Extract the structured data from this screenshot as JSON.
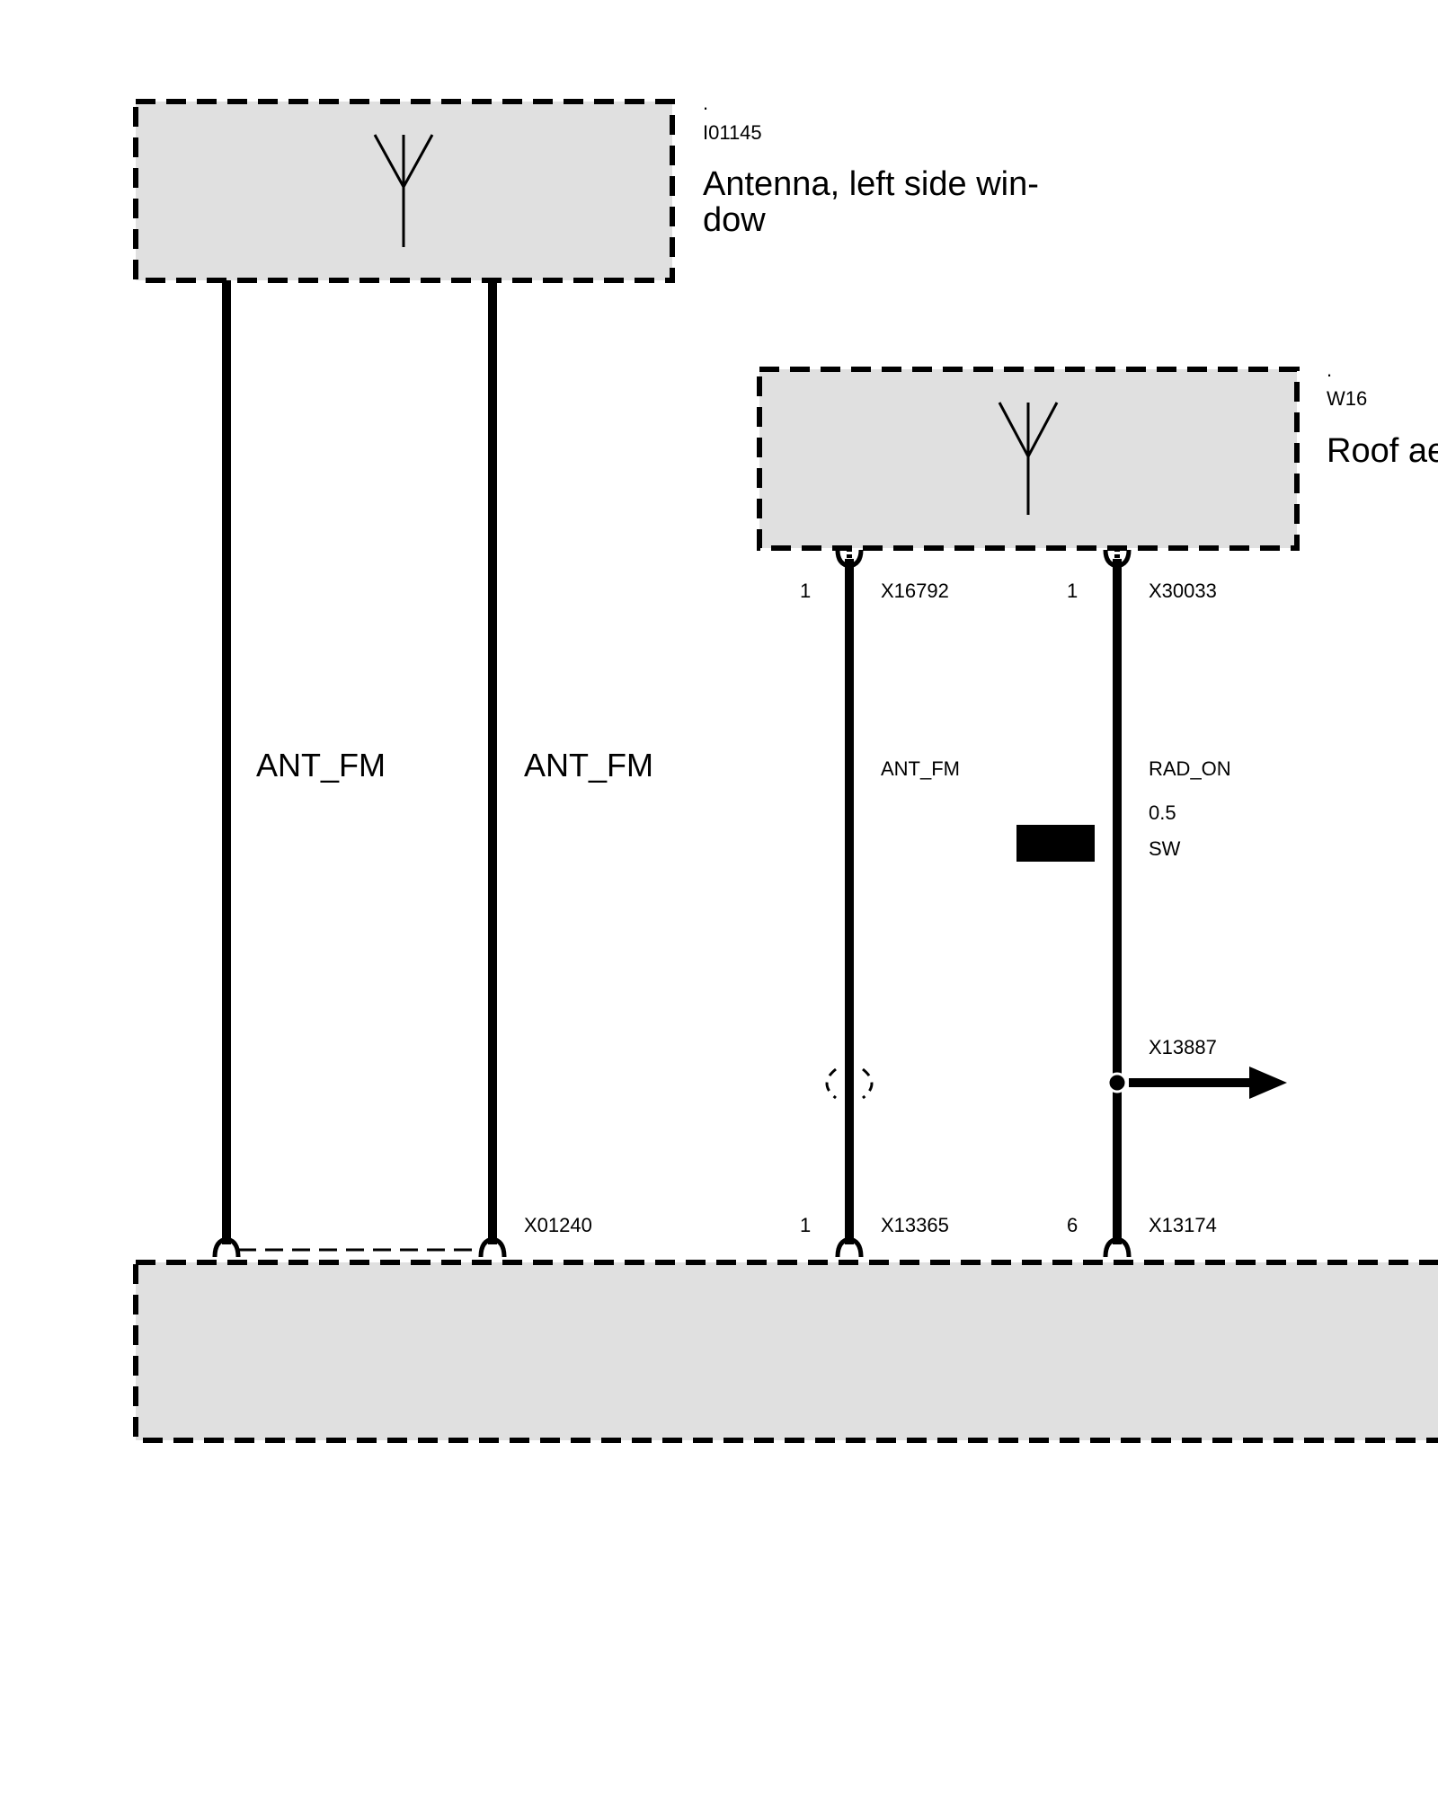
{
  "colors": {
    "component_fill": "#e0e0e0",
    "wire": "#000000",
    "background": "#ffffff"
  },
  "component_left": {
    "dot": ".",
    "id": "I01145",
    "name_line1": "Antenna, left side win-",
    "name_line2": "dow",
    "icon": "antenna-icon"
  },
  "component_right": {
    "dot": ".",
    "id": "W16",
    "name": "Roof ae",
    "icon": "antenna-icon"
  },
  "wires": {
    "w1": {
      "signal": "ANT_FM"
    },
    "w2": {
      "signal": "ANT_FM",
      "connector_bottom": "X01240"
    },
    "w3": {
      "pin_top": "1",
      "connector_top": "X16792",
      "signal": "ANT_FM",
      "pin_bottom": "1",
      "connector_bottom": "X13365"
    },
    "w4": {
      "pin_top": "1",
      "connector_top": "X30033",
      "signal": "RAD_ON",
      "cross_section": "0.5",
      "color_code": "SW",
      "splice": "X13887",
      "pin_bottom": "6",
      "connector_bottom": "X13174"
    }
  }
}
